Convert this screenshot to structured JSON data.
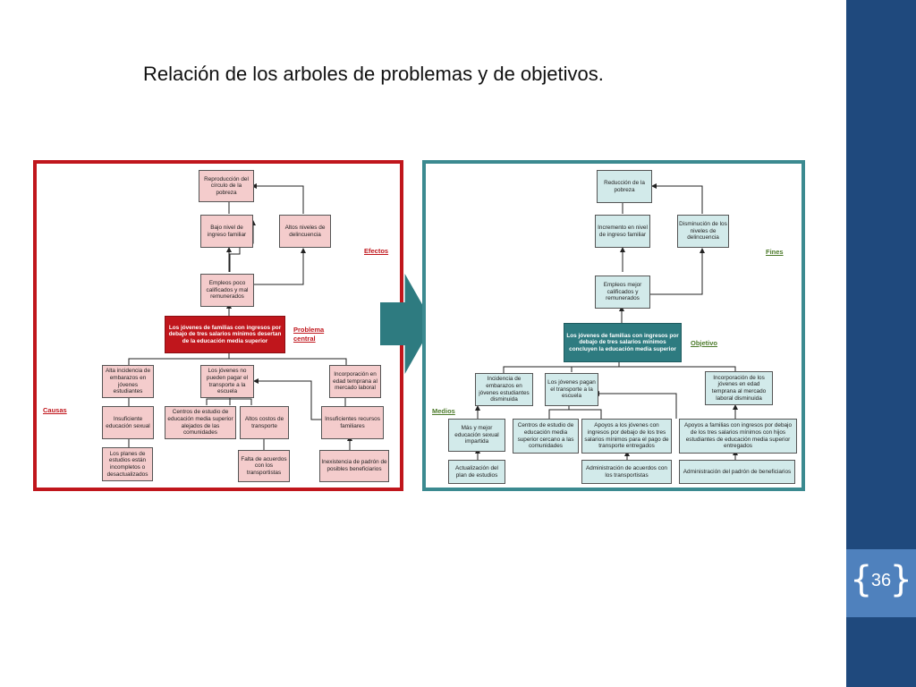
{
  "slide": {
    "title": "Relación de los arboles de problemas y de objetivos.",
    "page_number": "36",
    "colors": {
      "sidebar": "#1f497d",
      "sidebar_band": "#4f81bd",
      "problem_border": "#c0161c",
      "objective_border": "#3b8a90",
      "arrow": "#2e7b80"
    }
  },
  "problem_tree": {
    "labels": {
      "effects": "Efectos",
      "central": "Problema central",
      "causes": "Causas"
    },
    "nodes": {
      "e_top": "Reproducción del círculo de la pobreza",
      "e_low_income": "Bajo nivel de ingreso familiar",
      "e_crime": "Altos niveles de delincuencia",
      "e_jobs": "Empleos poco calificados y mal remunerados",
      "central": "Los jóvenes de familias con ingresos por debajo de tres salarios mínimos desertan de la educación media superior",
      "c1": "Alta incidencia de embarazos en jóvenes estudiantes",
      "c2": "Los jóvenes no pueden pagar el transporte a la escuela",
      "c3": "Incorporación en edad temprana al mercado laboral",
      "c1a": "Insuficiente educación sexual",
      "c2a": "Centros de estudio de educación media superior alejados de las comunidades",
      "c2b": "Altos costos de transporte",
      "c3a": "Insuficientes recursos familiares",
      "c1b": "Los planes de estudios están incompletos o desactualizados",
      "c2c": "Falta de acuerdos con los transportistas",
      "c3b": "Inexistencia de padrón de posibles beneficiarios"
    }
  },
  "objective_tree": {
    "labels": {
      "ends": "Fines",
      "objective": "Objetivo",
      "means": "Medios"
    },
    "nodes": {
      "e_top": "Reducción de la pobreza",
      "e_income": "Incremento en nivel de ingreso familiar",
      "e_crime": "Disminución de los niveles de delincuencia",
      "e_jobs": "Empleos mejor calificados y remunerados",
      "central": "Los jóvenes de familias con ingresos por debajo de tres salarios mínimos concluyen la educación media superior",
      "m1": "Incidencia de embarazos en jóvenes estudiantes disminuida",
      "m2": "Los jóvenes pagan el transporte a la escuela",
      "m3": "Incorporación de los jóvenes en edad temprana al mercado laboral disminuida",
      "m1a": "Más y mejor educación sexual impartida",
      "m2a": "Centros de estudio de educación media superior cercano a las comunidades",
      "m2b": "Apoyos a los jóvenes con ingresos por debajo de los tres salarios mínimos para el pago de transporte entregados",
      "m3a": "Apoyos a familias con ingresos por debajo de los tres salarios mínimos con hijos estudiantes de educación media superior entregados",
      "m1b": "Actualización del plan de estudios",
      "m2c": "Administración de acuerdos con los transportistas",
      "m3b": "Administración del padrón de beneficiarios"
    }
  }
}
